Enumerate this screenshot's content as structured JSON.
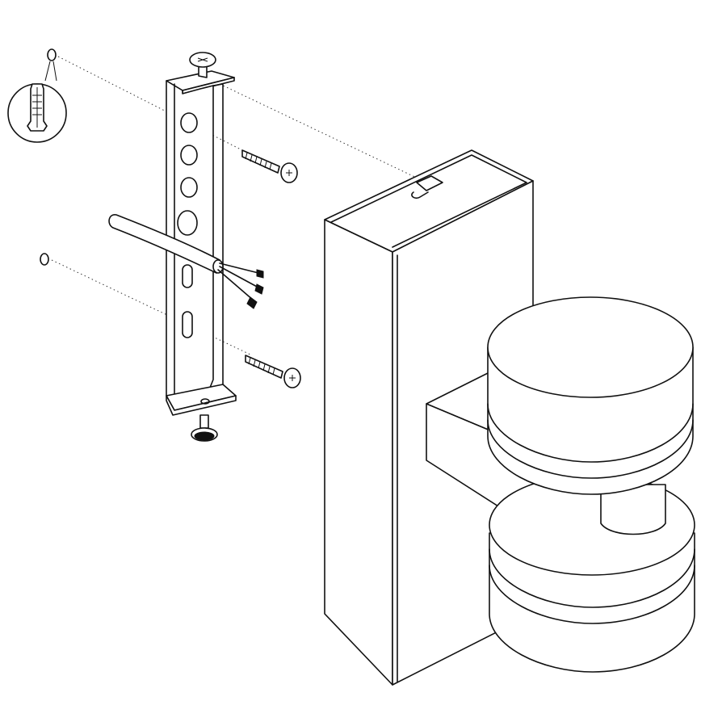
{
  "diagram": {
    "type": "exploded-assembly-illustration",
    "text_labels": [],
    "parts": [
      "wall-plug-detail",
      "wall-plug",
      "mounting-bracket",
      "bracket-screw",
      "wall-screw",
      "power-cable",
      "lamp-housing",
      "upper-lamp-head",
      "lower-lamp-head"
    ],
    "colors": {
      "line": "#111111",
      "background": "#ffffff"
    }
  }
}
